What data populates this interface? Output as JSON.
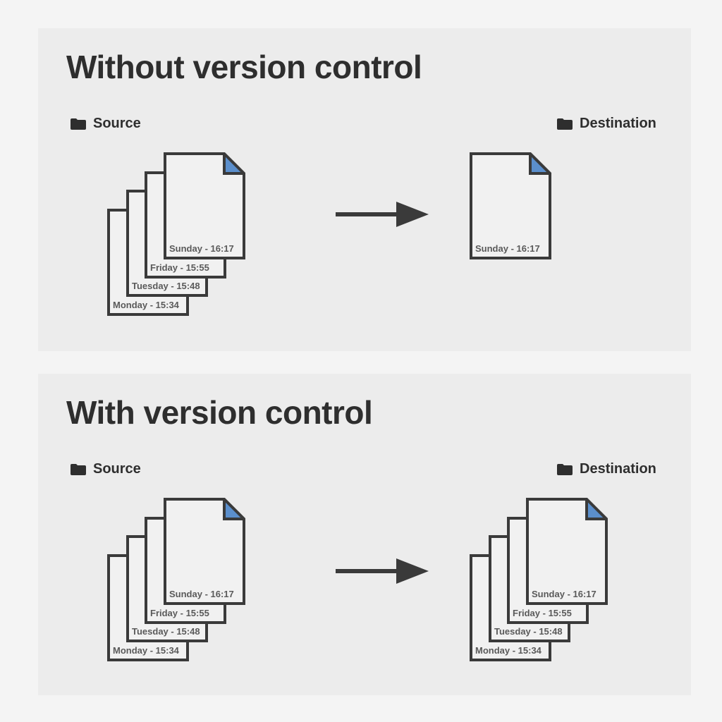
{
  "sections": [
    {
      "title": "Without version control",
      "source_label": "Source",
      "destination_label": "Destination",
      "source_files": [
        "Monday - 15:34",
        "Tuesday - 15:48",
        "Friday - 15:55",
        "Sunday - 16:17"
      ],
      "destination_files": [
        "Sunday - 16:17"
      ]
    },
    {
      "title": "With version control",
      "source_label": "Source",
      "destination_label": "Destination",
      "source_files": [
        "Monday - 15:34",
        "Tuesday - 15:48",
        "Friday - 15:55",
        "Sunday - 16:17"
      ],
      "destination_files": [
        "Monday - 15:34",
        "Tuesday - 15:48",
        "Friday - 15:55",
        "Sunday - 16:17"
      ]
    }
  ],
  "colors": {
    "outline": "#3a3a3a",
    "page_fill": "#f1f1f1",
    "corner_fold": "#5b8fcc",
    "text": "#2e2e2e"
  },
  "icons": {
    "folder": "folder-icon",
    "arrow": "arrow-right-icon",
    "document": "document-icon"
  }
}
